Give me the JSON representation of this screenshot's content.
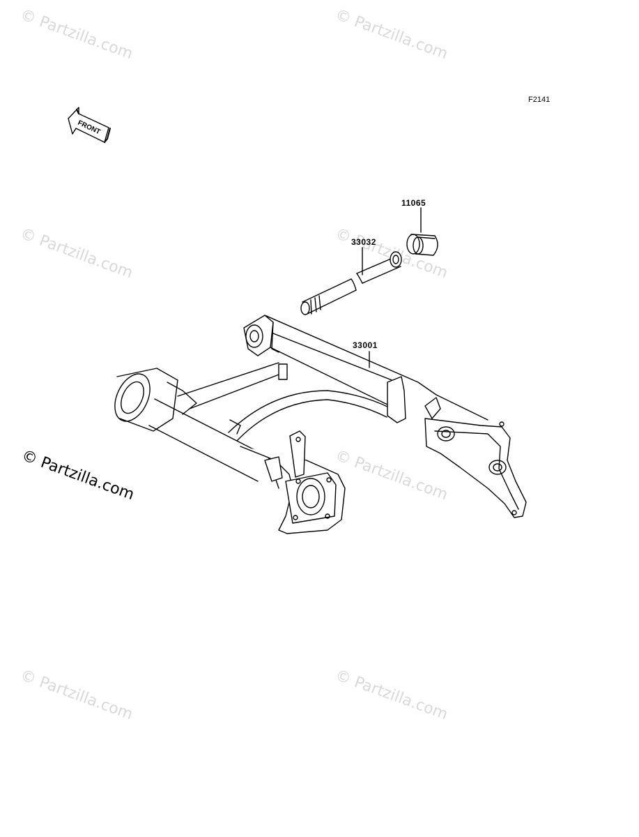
{
  "watermark": {
    "text": "© Partzilla.com",
    "main_text": "© Partzilla.com"
  },
  "figure": {
    "code": "F2141",
    "front_label": "FRONT"
  },
  "parts": [
    {
      "number": "11065"
    },
    {
      "number": "33032"
    },
    {
      "number": "33001"
    }
  ]
}
